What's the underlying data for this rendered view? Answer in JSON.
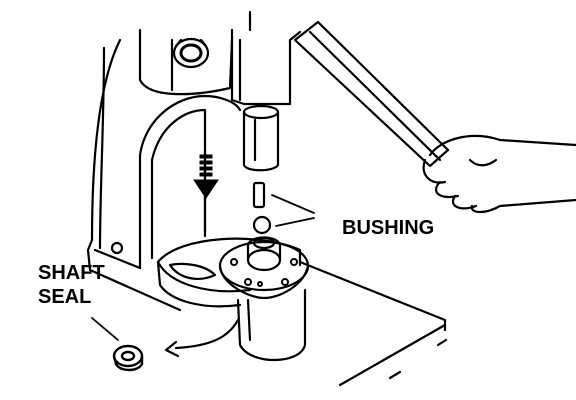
{
  "labels": {
    "bushing": "BUSHING",
    "shaft_seal_line1": "SHAFT",
    "shaft_seal_line2": "SEAL"
  },
  "colors": {
    "ink": "#000000",
    "paper": "#ffffff"
  }
}
